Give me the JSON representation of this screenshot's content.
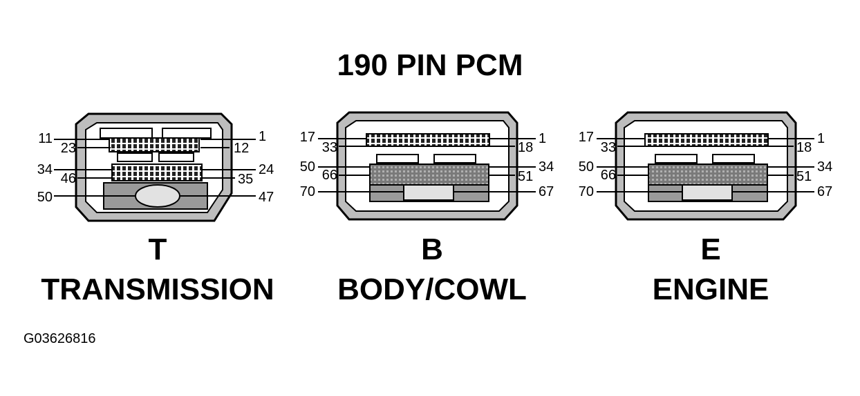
{
  "title": "190 PIN PCM",
  "figure_id": "G03626816",
  "connectors": [
    {
      "letter": "T",
      "name": "TRANSMISSION",
      "pins": [
        "11",
        "23",
        "1",
        "12",
        "34",
        "46",
        "24",
        "35",
        "50",
        "47"
      ]
    },
    {
      "letter": "B",
      "name": "BODY/COWL",
      "pins": [
        "17",
        "33",
        "1",
        "18",
        "50",
        "66",
        "34",
        "51",
        "70",
        "67"
      ]
    },
    {
      "letter": "E",
      "name": "ENGINE",
      "pins": [
        "17",
        "33",
        "1",
        "18",
        "50",
        "66",
        "34",
        "51",
        "70",
        "67"
      ]
    }
  ],
  "colors": {
    "ink": "#000000",
    "shade": "#8c8c8c",
    "light": "#d6d6d6",
    "paper": "#ffffff"
  }
}
